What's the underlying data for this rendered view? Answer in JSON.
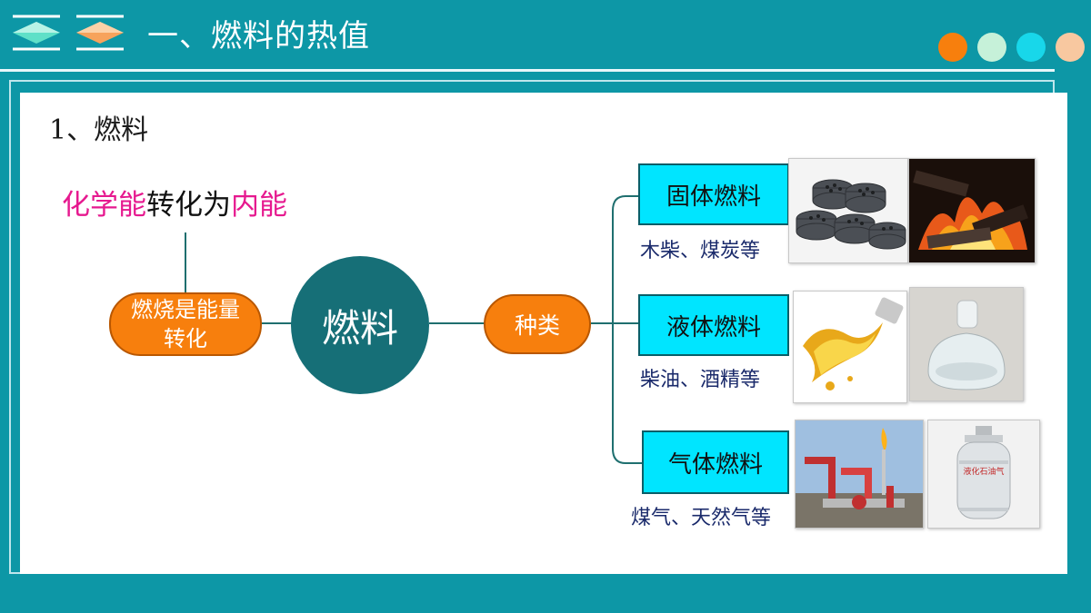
{
  "header": {
    "title": "一、燃料的热值",
    "dots": [
      "#f77f0d",
      "#c6f1d9",
      "#18d7ea",
      "#f8c8a0"
    ]
  },
  "content": {
    "section_label": "1、燃料",
    "headline": {
      "part1": "化学能",
      "part2": "转化为",
      "part3": "内能"
    },
    "left_node": "燃烧是能量转化",
    "center_node": "燃料",
    "middle_node": "种类",
    "categories": [
      {
        "label": "固体燃料",
        "examples": "木柴、煤炭等"
      },
      {
        "label": "液体燃料",
        "examples": "柴油、酒精等"
      },
      {
        "label": "气体燃料",
        "examples": "煤气、天然气等"
      }
    ],
    "photo_text": {
      "cylinder_label": "液化石油气"
    }
  },
  "colors": {
    "teal_bg": "#0d97a6",
    "accent_orange": "#f77f0d",
    "box_cyan": "#00e5ff",
    "center_teal": "#166f77",
    "pink": "#e6198f"
  }
}
